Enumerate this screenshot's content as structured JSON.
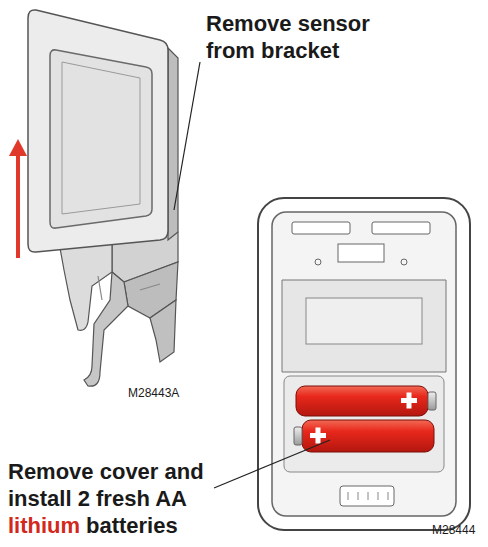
{
  "diagram": {
    "labels": [
      "Remove sensor from bracket",
      "M28443A",
      "Remove cover and install 2 fresh AA",
      "lithium",
      "batteries",
      "M28444"
    ]
  }
}
